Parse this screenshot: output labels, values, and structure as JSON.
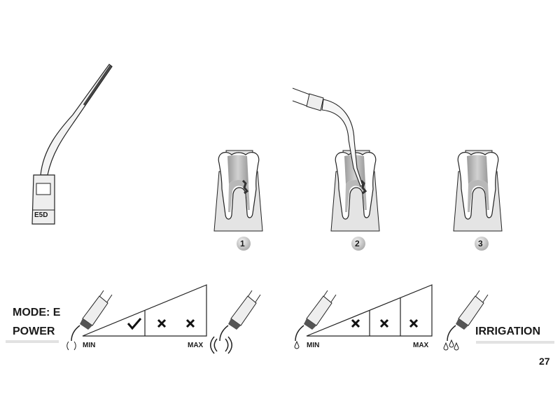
{
  "tip": {
    "label": "E5D"
  },
  "steps": [
    {
      "number": "1"
    },
    {
      "number": "2"
    },
    {
      "number": "3"
    }
  ],
  "power": {
    "mode_label": "MODE: E",
    "title": "POWER",
    "min_label": "MIN",
    "max_label": "MAX",
    "levels": [
      "check",
      "cross",
      "cross"
    ]
  },
  "irrigation": {
    "title": "IRRIGATION",
    "min_label": "MIN",
    "max_label": "MAX",
    "levels": [
      "cross",
      "cross",
      "cross"
    ]
  },
  "page_number": "27",
  "colors": {
    "ink": "#1a1a1a",
    "gum": "#e4e4e4",
    "pulp": "#a9a9a9"
  }
}
